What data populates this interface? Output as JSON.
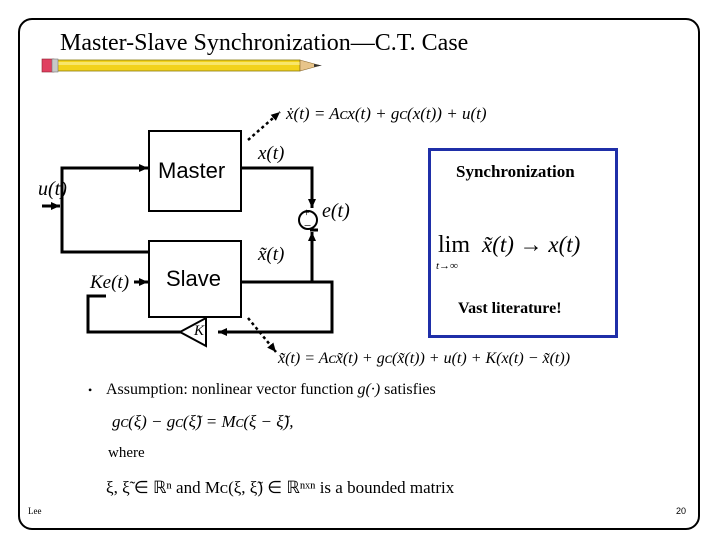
{
  "slide": {
    "title": "Master-Slave Synchronization—C.T.  Case",
    "footer_left": "Lee",
    "page_number": "20"
  },
  "diagram": {
    "master_label": "Master",
    "slave_label": "Slave",
    "input_label": "u(t)",
    "feedback_label": "Ke(t)",
    "gain_label": "K",
    "master_output": "x(t)",
    "slave_output": "x̃(t)",
    "error_label": "e(t)",
    "sum_plus": "+",
    "sum_minus": "−",
    "master_equation": "ẋ(t) = Aᴄx(t) + gᴄ(x(t)) + u(t)",
    "slave_equation": "x̃̇(t) = Aᴄx̃(t) + gᴄ(x̃(t)) + u(t) + K(x(t) − x̃(t))"
  },
  "sync_box": {
    "heading": "Synchronization",
    "limit_text": "lim",
    "limit_sub": "t→∞",
    "limit_expr": "x̃(t) → x(t)",
    "note": "Vast literature!"
  },
  "body": {
    "bullet_char": "•",
    "assumption": "Assumption: nonlinear vector function",
    "assumption_func": "g(·)",
    "assumption_end": "satisfies",
    "equation1": "gᴄ(ξ) − gᴄ(ξ̃) = Mᴄ(ξ − ξ̃),",
    "where": "where",
    "equation2": "ξ, ξ̃ ∈ ℝⁿ  and  Mᴄ(ξ, ξ̃) ∈ ℝⁿˣⁿ  is a bounded matrix"
  }
}
